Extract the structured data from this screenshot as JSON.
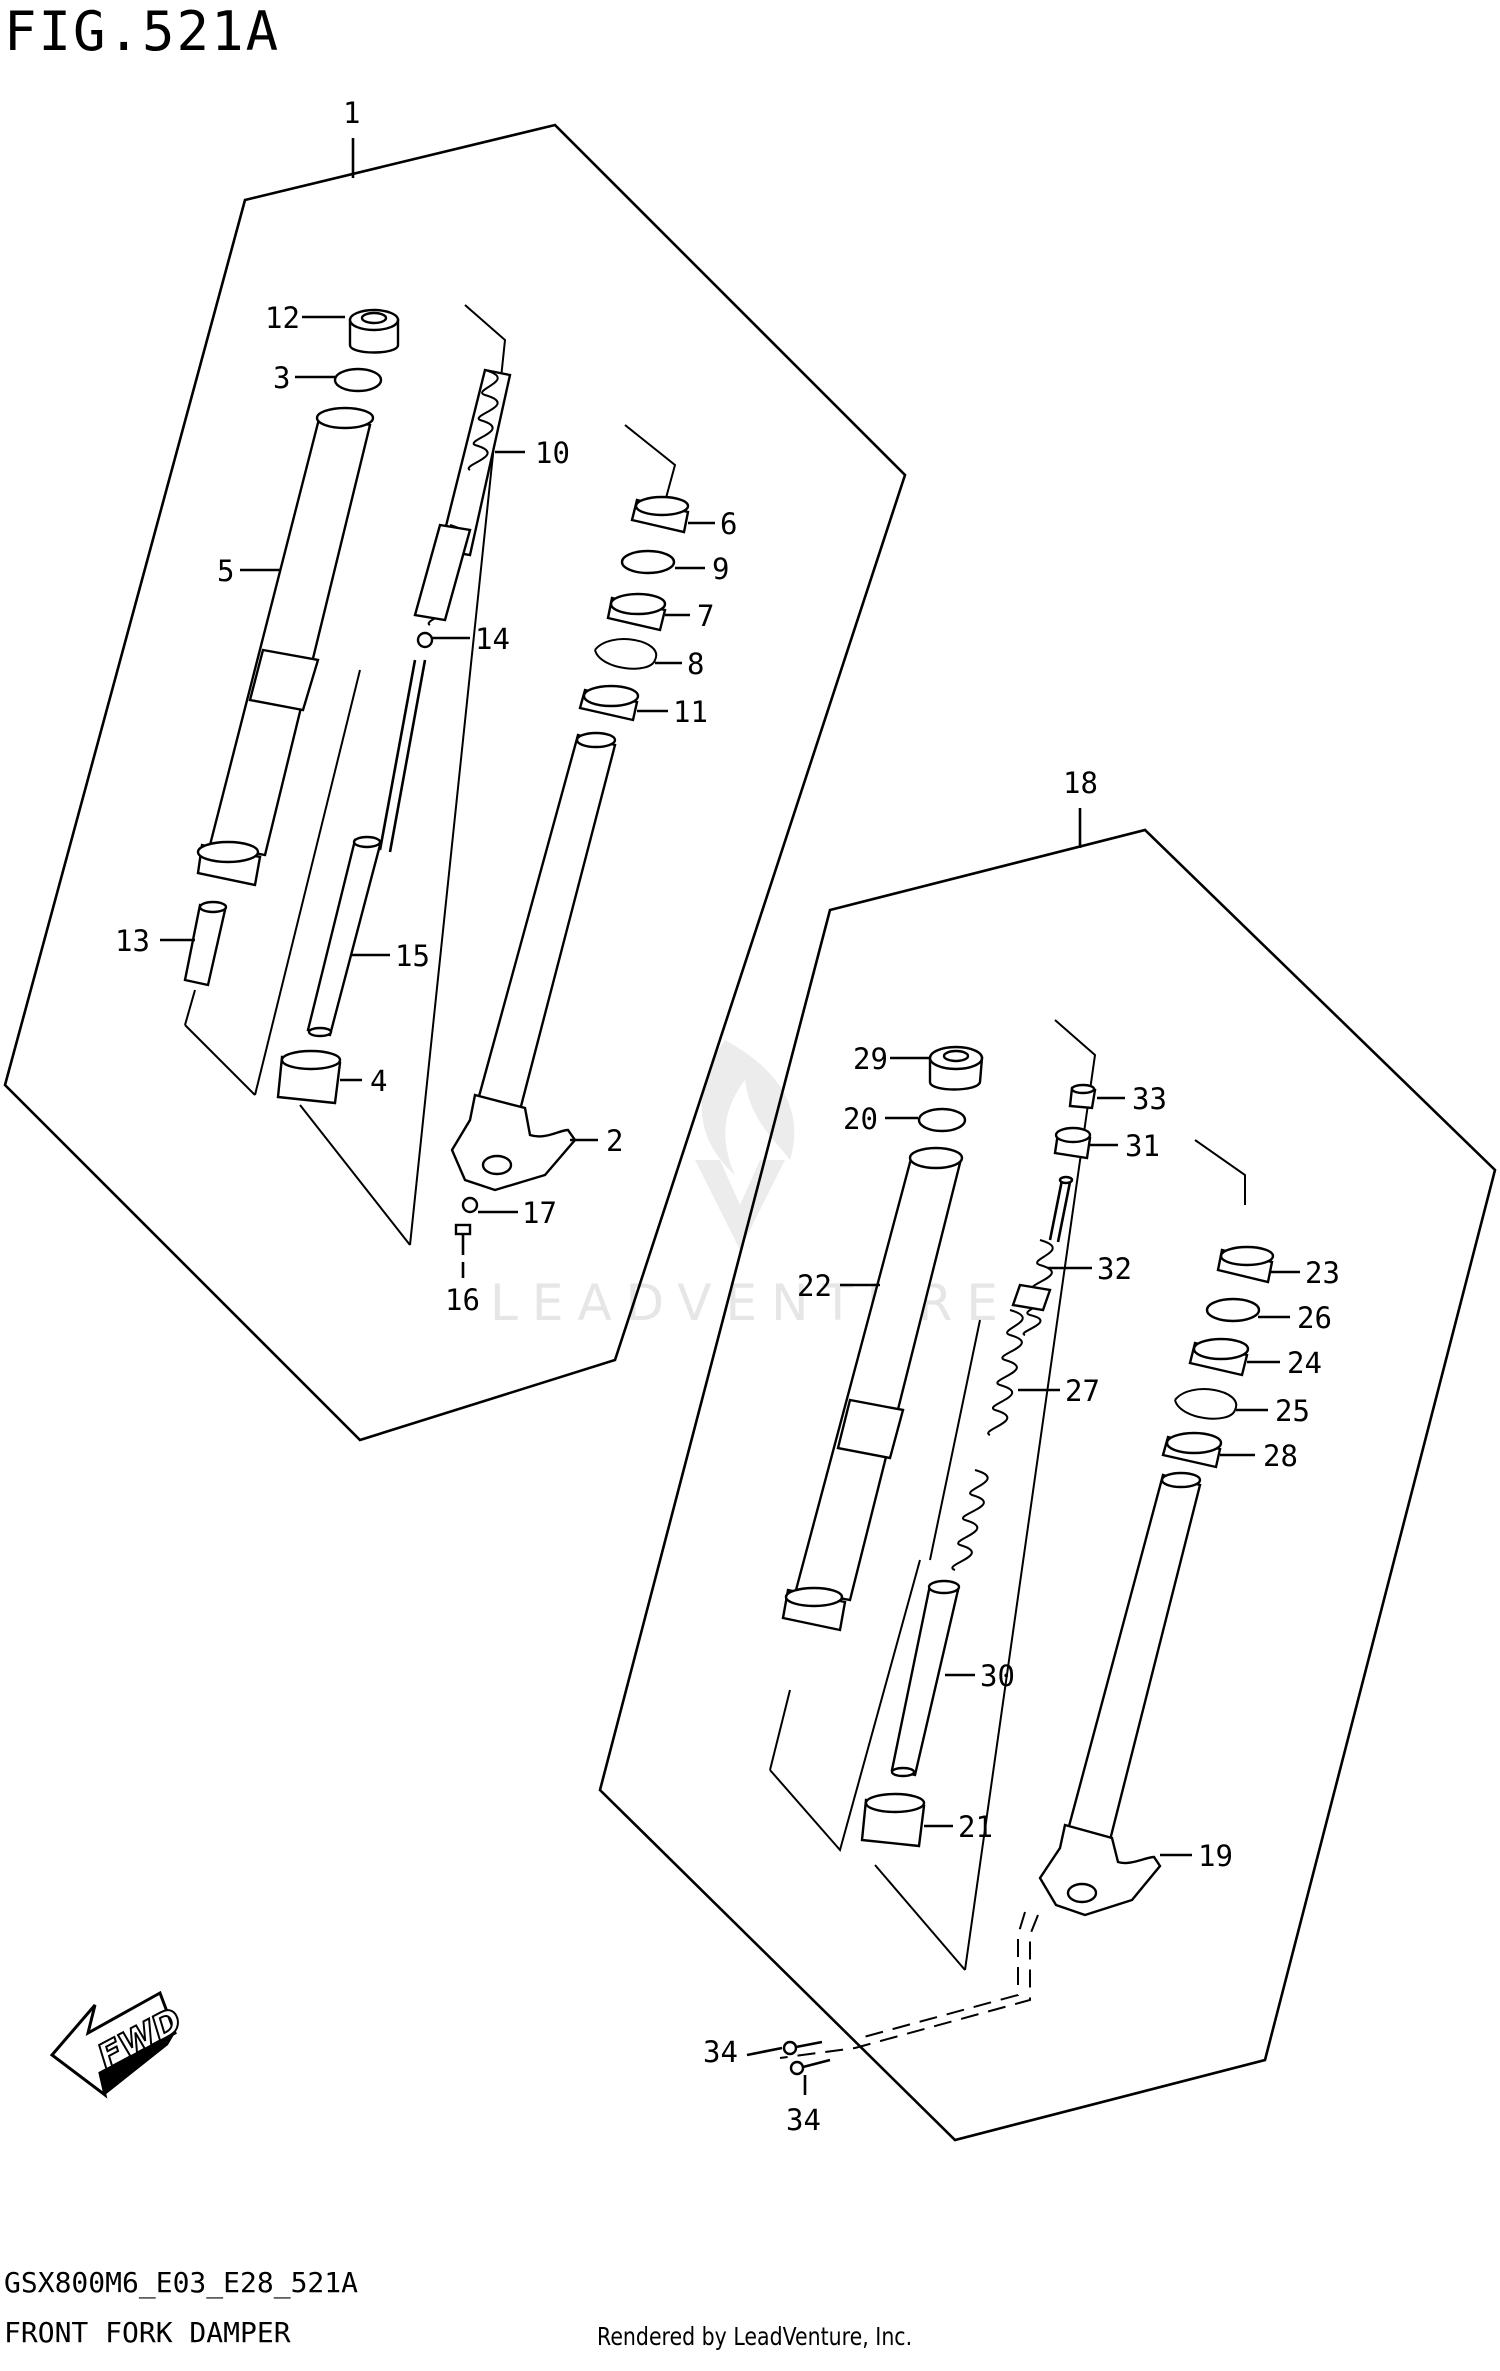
{
  "header": {
    "figure_title": "FIG.521A"
  },
  "footer": {
    "model_code": "GSX800M6_E03_E28_521A",
    "section_name": "FRONT FORK DAMPER",
    "credit": "Rendered by LeadVenture, Inc."
  },
  "watermark": "LEADVENTURE",
  "fwd_label": "FWD",
  "callouts": {
    "c1": "1",
    "c2": "2",
    "c3": "3",
    "c4": "4",
    "c5": "5",
    "c6": "6",
    "c7": "7",
    "c8": "8",
    "c9": "9",
    "c10": "10",
    "c11": "11",
    "c12": "12",
    "c13": "13",
    "c14": "14",
    "c15": "15",
    "c16": "16",
    "c17": "17",
    "c18": "18",
    "c19": "19",
    "c20": "20",
    "c21": "21",
    "c22": "22",
    "c23": "23",
    "c24": "24",
    "c25": "25",
    "c26": "26",
    "c27": "27",
    "c28": "28",
    "c29": "29",
    "c30": "30",
    "c31": "31",
    "c32": "32",
    "c33": "33",
    "c34a": "34",
    "c34b": "34"
  },
  "colors": {
    "line": "#000000",
    "watermark": "#e6e6e6",
    "background": "#ffffff"
  }
}
